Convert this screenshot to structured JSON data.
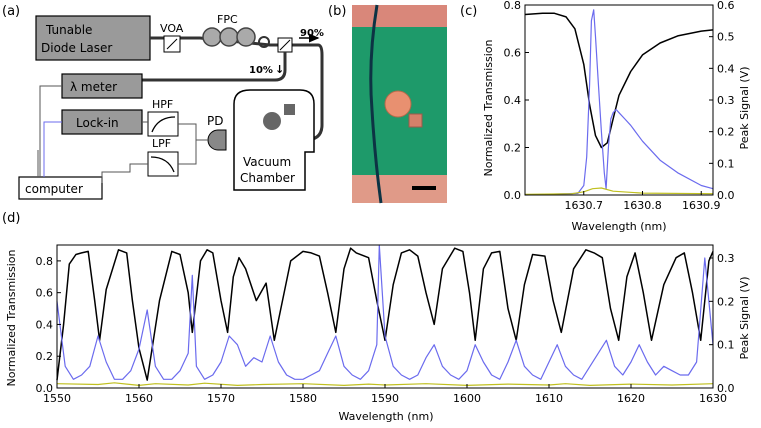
{
  "panel_labels": {
    "a": "(a)",
    "b": "(b)",
    "c": "(c)",
    "d": "(d)"
  },
  "setup": {
    "laser_line1": "Tunable",
    "laser_line2": "Diode Laser",
    "voa": "VOA",
    "fpc": "FPC",
    "split_90": "90%",
    "split_10": "10%",
    "split_arrow": "↓",
    "lambda_meter": "λ meter",
    "lockin": "Lock-in",
    "hpf": "HPF",
    "lpf": "LPF",
    "pd": "PD",
    "chamber_line1": "Vacuum",
    "chamber_line2": "Chamber",
    "computer": "computer"
  },
  "colors": {
    "transmission": "#000000",
    "peak_blue": "#6b6bee",
    "peak_yellow": "#c0c020",
    "box_fill": "#9a9a9a",
    "microscope_green": "#1e9a6a",
    "microscope_pink": "#d9877a",
    "microscope_bg": "#c98a7e"
  },
  "chart_data": [
    {
      "type": "line",
      "panel": "c",
      "xlabel": "Wavelength (nm)",
      "ylabel": "Normalized Transmission",
      "ylabel_right": "Peak Signal (V)",
      "xlim": [
        1630.6,
        1630.92
      ],
      "ylim": [
        0,
        0.8
      ],
      "ylim_right": [
        0,
        0.6
      ],
      "x_ticks": [
        1630.7,
        1630.8,
        1630.9
      ],
      "y_ticks": [
        0.0,
        0.2,
        0.4,
        0.6,
        0.8
      ],
      "y_ticks_right": [
        0.0,
        0.1,
        0.2,
        0.3,
        0.4,
        0.5,
        0.6
      ],
      "grid": false,
      "series": [
        {
          "axis": "left",
          "color": "#000000",
          "x": [
            1630.6,
            1630.63,
            1630.65,
            1630.67,
            1630.685,
            1630.7,
            1630.71,
            1630.72,
            1630.73,
            1630.74,
            1630.75,
            1630.76,
            1630.78,
            1630.8,
            1630.83,
            1630.86,
            1630.9,
            1630.92
          ],
          "y": [
            0.76,
            0.765,
            0.765,
            0.75,
            0.7,
            0.55,
            0.38,
            0.25,
            0.2,
            0.22,
            0.32,
            0.42,
            0.52,
            0.59,
            0.64,
            0.67,
            0.69,
            0.695
          ]
        },
        {
          "axis": "right",
          "color": "#6b6bee",
          "x": [
            1630.6,
            1630.69,
            1630.7,
            1630.705,
            1630.71,
            1630.713,
            1630.717,
            1630.72,
            1630.725,
            1630.73,
            1630.735,
            1630.738,
            1630.742,
            1630.746,
            1630.75,
            1630.755,
            1630.76,
            1630.77,
            1630.78,
            1630.8,
            1630.83,
            1630.86,
            1630.9,
            1630.92
          ],
          "y": [
            0.0,
            0.005,
            0.03,
            0.12,
            0.35,
            0.55,
            0.585,
            0.5,
            0.35,
            0.2,
            0.07,
            0.02,
            0.15,
            0.24,
            0.26,
            0.27,
            0.26,
            0.24,
            0.22,
            0.17,
            0.11,
            0.07,
            0.03,
            0.02
          ]
        },
        {
          "axis": "right",
          "color": "#c0c020",
          "x": [
            1630.6,
            1630.68,
            1630.7,
            1630.715,
            1630.73,
            1630.75,
            1630.8,
            1630.92
          ],
          "y": [
            0.002,
            0.004,
            0.01,
            0.02,
            0.022,
            0.012,
            0.006,
            0.004
          ]
        }
      ]
    },
    {
      "type": "line",
      "panel": "d",
      "xlabel": "Wavelength (nm)",
      "ylabel": "Normalized Transmission",
      "ylabel_right": "Peak Signal (V)",
      "xlim": [
        1550,
        1630
      ],
      "ylim": [
        0,
        0.9
      ],
      "ylim_right": [
        0,
        0.33
      ],
      "x_ticks": [
        1550,
        1560,
        1570,
        1580,
        1590,
        1600,
        1610,
        1620,
        1630
      ],
      "y_ticks": [
        0.0,
        0.2,
        0.4,
        0.6,
        0.8
      ],
      "y_ticks_right": [
        0.0,
        0.1,
        0.2,
        0.3
      ],
      "grid": false,
      "series": [
        {
          "axis": "left",
          "color": "#000000",
          "x": [
            1550,
            1550.8,
            1551.5,
            1552.3,
            1553,
            1553.8,
            1554.6,
            1555.2,
            1556,
            1557.5,
            1558.5,
            1559.2,
            1560,
            1561,
            1562.5,
            1564,
            1565,
            1566,
            1566.5,
            1567.5,
            1568.3,
            1569,
            1570,
            1570.8,
            1571.5,
            1572.2,
            1573,
            1574.3,
            1575.5,
            1576.5,
            1577.5,
            1578.5,
            1580,
            1581,
            1582,
            1583,
            1584,
            1585,
            1585.8,
            1586.5,
            1588,
            1589,
            1590,
            1591,
            1592,
            1593,
            1594,
            1595,
            1596,
            1597,
            1598.5,
            1599.5,
            1600.3,
            1601,
            1602,
            1603,
            1604,
            1605,
            1606,
            1607,
            1608,
            1609.5,
            1610.5,
            1611.5,
            1613,
            1614.5,
            1615.5,
            1616.5,
            1617.5,
            1618.5,
            1619.5,
            1620.5,
            1621.5,
            1622.5,
            1624,
            1625.5,
            1626.5,
            1627.5,
            1628.5,
            1629.5,
            1630
          ],
          "y": [
            0.05,
            0.4,
            0.78,
            0.84,
            0.85,
            0.86,
            0.55,
            0.3,
            0.62,
            0.87,
            0.85,
            0.55,
            0.25,
            0.05,
            0.55,
            0.86,
            0.84,
            0.6,
            0.35,
            0.8,
            0.87,
            0.85,
            0.55,
            0.35,
            0.7,
            0.82,
            0.75,
            0.55,
            0.66,
            0.3,
            0.55,
            0.8,
            0.86,
            0.85,
            0.83,
            0.6,
            0.35,
            0.75,
            0.88,
            0.85,
            0.82,
            0.55,
            0.3,
            0.65,
            0.85,
            0.87,
            0.83,
            0.6,
            0.4,
            0.75,
            0.88,
            0.86,
            0.6,
            0.3,
            0.75,
            0.85,
            0.86,
            0.5,
            0.3,
            0.65,
            0.84,
            0.83,
            0.55,
            0.35,
            0.75,
            0.87,
            0.85,
            0.82,
            0.5,
            0.3,
            0.7,
            0.85,
            0.6,
            0.3,
            0.65,
            0.82,
            0.85,
            0.6,
            0.3,
            0.8,
            0.86
          ]
        },
        {
          "axis": "right",
          "color": "#6b6bee",
          "x": [
            1550,
            1551,
            1552,
            1553,
            1554,
            1555,
            1556,
            1557,
            1558,
            1559,
            1560,
            1561,
            1562,
            1563,
            1564,
            1565,
            1566,
            1566.5,
            1567,
            1568,
            1569,
            1570,
            1571,
            1572,
            1573,
            1574,
            1575,
            1576,
            1577,
            1578,
            1579,
            1580,
            1581,
            1582,
            1583,
            1584,
            1585,
            1586,
            1587,
            1588,
            1589,
            1589.3,
            1590,
            1591,
            1592,
            1593,
            1594,
            1595,
            1596,
            1597,
            1598,
            1599,
            1600,
            1601,
            1602,
            1603,
            1604,
            1605,
            1606,
            1607,
            1608,
            1609,
            1610,
            1611,
            1612,
            1613,
            1614,
            1615,
            1616,
            1617,
            1618,
            1619,
            1620,
            1621,
            1622,
            1623,
            1624,
            1625,
            1626,
            1627,
            1628,
            1629,
            1630
          ],
          "y": [
            0.2,
            0.05,
            0.02,
            0.03,
            0.05,
            0.12,
            0.06,
            0.02,
            0.02,
            0.04,
            0.09,
            0.18,
            0.05,
            0.02,
            0.02,
            0.04,
            0.08,
            0.26,
            0.05,
            0.02,
            0.03,
            0.06,
            0.12,
            0.1,
            0.05,
            0.07,
            0.06,
            0.12,
            0.06,
            0.03,
            0.02,
            0.02,
            0.03,
            0.04,
            0.08,
            0.12,
            0.05,
            0.03,
            0.02,
            0.04,
            0.1,
            0.33,
            0.12,
            0.05,
            0.03,
            0.02,
            0.03,
            0.07,
            0.1,
            0.05,
            0.03,
            0.02,
            0.04,
            0.1,
            0.06,
            0.03,
            0.02,
            0.06,
            0.11,
            0.05,
            0.03,
            0.02,
            0.06,
            0.1,
            0.05,
            0.03,
            0.02,
            0.05,
            0.08,
            0.11,
            0.05,
            0.03,
            0.06,
            0.1,
            0.06,
            0.03,
            0.05,
            0.04,
            0.03,
            0.03,
            0.06,
            0.3,
            0.1
          ]
        },
        {
          "axis": "right",
          "color": "#c0c020",
          "x": [
            1550,
            1555,
            1557,
            1560,
            1562,
            1566,
            1568,
            1572,
            1575,
            1580,
            1585,
            1588,
            1590,
            1595,
            1600,
            1605,
            1610,
            1612,
            1615,
            1620,
            1625,
            1630
          ],
          "y": [
            0.01,
            0.008,
            0.012,
            0.006,
            0.01,
            0.007,
            0.011,
            0.006,
            0.008,
            0.01,
            0.006,
            0.009,
            0.007,
            0.01,
            0.006,
            0.009,
            0.007,
            0.01,
            0.006,
            0.009,
            0.007,
            0.01
          ]
        }
      ]
    }
  ]
}
